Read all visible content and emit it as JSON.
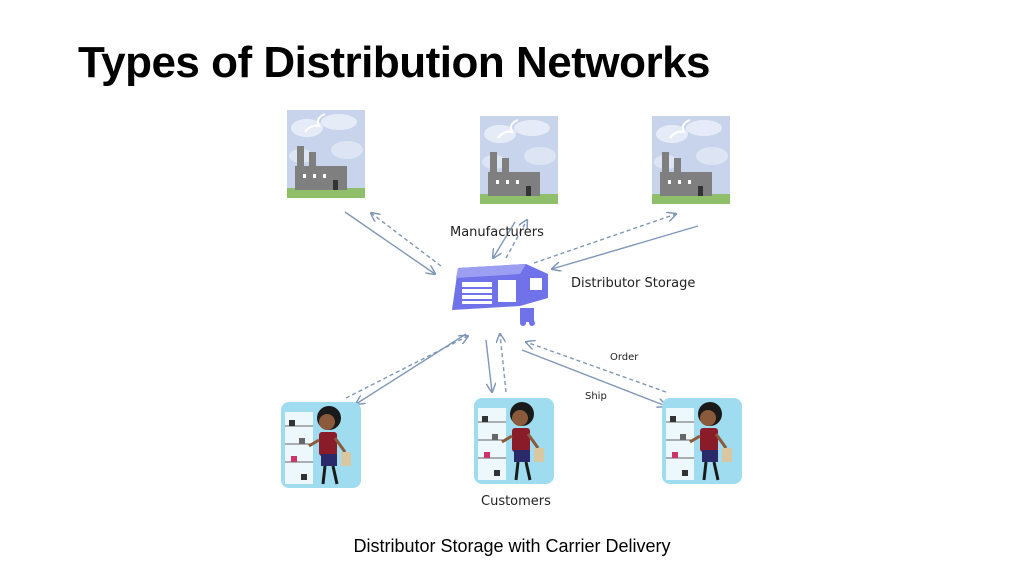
{
  "slide": {
    "title": "Types of Distribution Networks",
    "caption": "Distributor Storage with Carrier Delivery"
  },
  "diagram": {
    "labels": {
      "manufacturers": "Manufacturers",
      "distributor": "Distributor Storage",
      "customers": "Customers",
      "order": "Order",
      "ship": "Ship"
    },
    "manufacturers": [
      {
        "icon": "factory-icon"
      },
      {
        "icon": "factory-icon"
      },
      {
        "icon": "factory-icon"
      }
    ],
    "customers": [
      {
        "icon": "shopper-icon"
      },
      {
        "icon": "shopper-icon"
      },
      {
        "icon": "shopper-icon"
      }
    ],
    "colors": {
      "arrow": "#7f97b7",
      "sky": "#c8d4ec",
      "ground": "#8fbf6a",
      "factory": "#7f7f7f",
      "warehouse": "#6f72e8",
      "store_bg": "#9fdcf0"
    }
  }
}
